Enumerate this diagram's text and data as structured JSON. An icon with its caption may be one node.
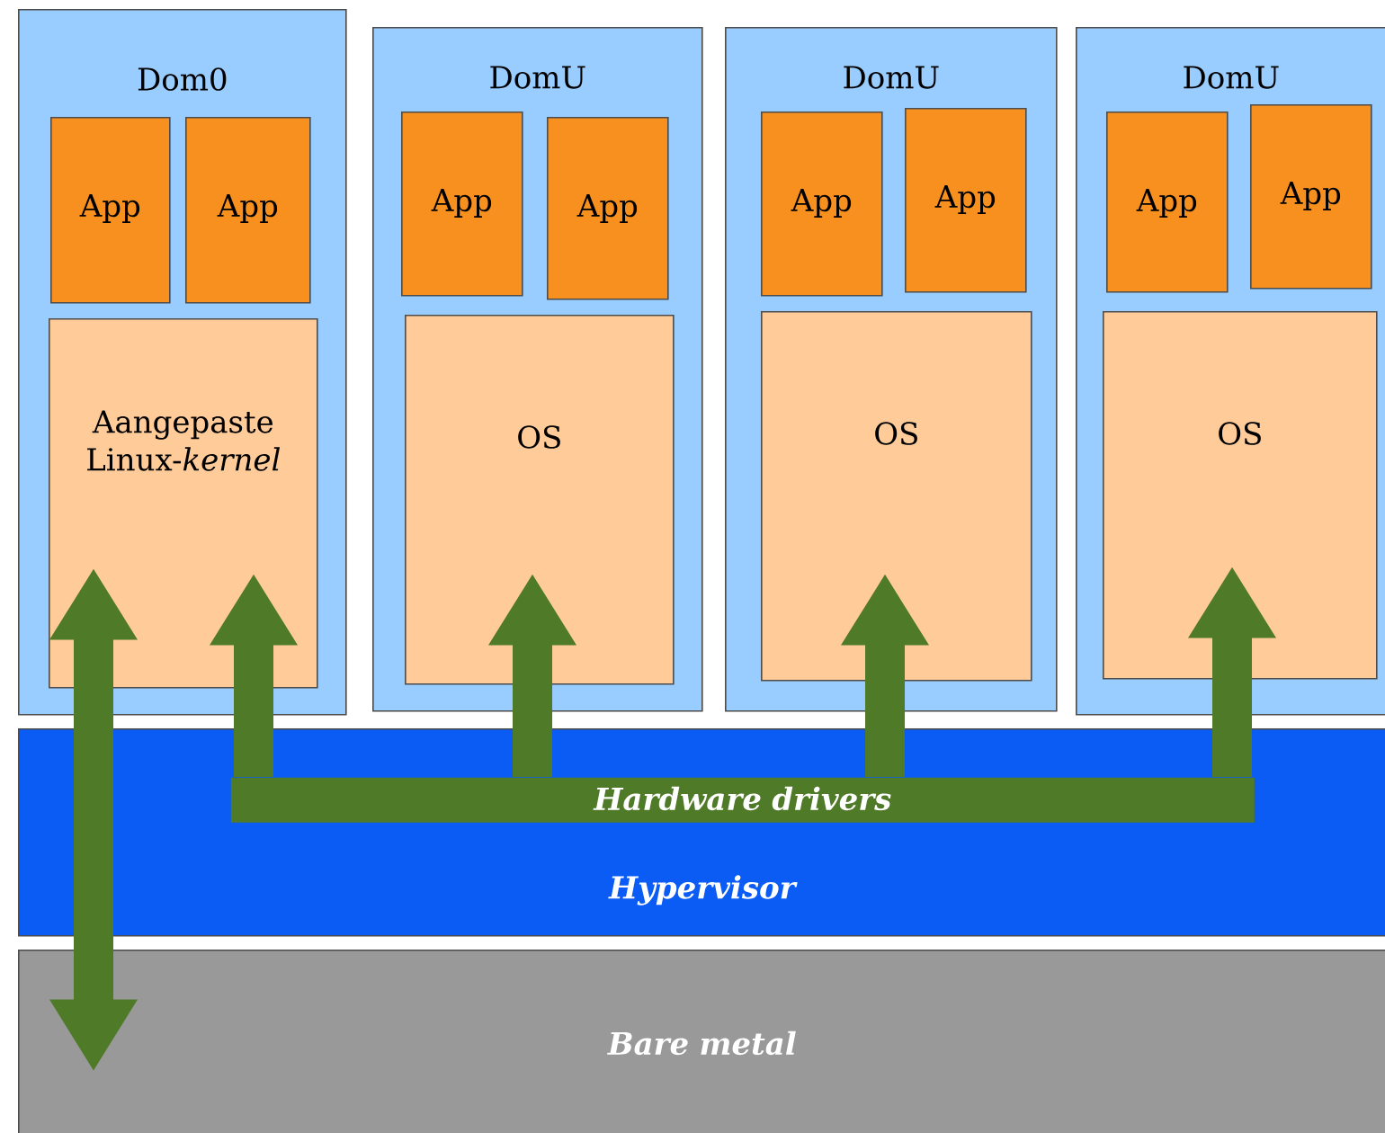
{
  "diagram": {
    "nodes": [
      {
        "text": [
          "Dom0"
        ]
      },
      {
        "text": [
          "App"
        ],
        "in": 0
      },
      {
        "text": [
          "App"
        ],
        "in": 0
      },
      {
        "text": [
          "Aangepaste Linux-*kernel*"
        ],
        "in": 0
      },
      {
        "text": [
          "DomU"
        ]
      },
      {
        "text": [
          "App"
        ],
        "in": 4
      },
      {
        "text": [
          "App"
        ],
        "in": 4
      },
      {
        "text": [
          "OS"
        ],
        "in": 4
      },
      {
        "text": [
          "DomU"
        ]
      },
      {
        "text": [
          "App"
        ],
        "in": 8
      },
      {
        "text": [
          "App"
        ],
        "in": 8
      },
      {
        "text": [
          "OS"
        ],
        "in": 8
      },
      {
        "text": [
          "DomU"
        ]
      },
      {
        "text": [
          "App"
        ],
        "in": 12
      },
      {
        "text": [
          "App"
        ],
        "in": 12
      },
      {
        "text": [
          "OS"
        ],
        "in": 12
      },
      {
        "text": [
          "Hypervisor"
        ]
      },
      {
        "text": [
          "Hardware drivers"
        ],
        "in": 16
      },
      {
        "text": [
          "Bare metal"
        ]
      }
    ],
    "edges": [
      {
        "from": 17,
        "to": 3,
        "arrow": "to"
      },
      {
        "from": 17,
        "to": 7,
        "arrow": "to"
      },
      {
        "from": 17,
        "to": 11,
        "arrow": "to"
      },
      {
        "from": 17,
        "to": 15,
        "arrow": "to"
      },
      {
        "from": 3,
        "to": 18,
        "arrow": "both"
      }
    ]
  }
}
